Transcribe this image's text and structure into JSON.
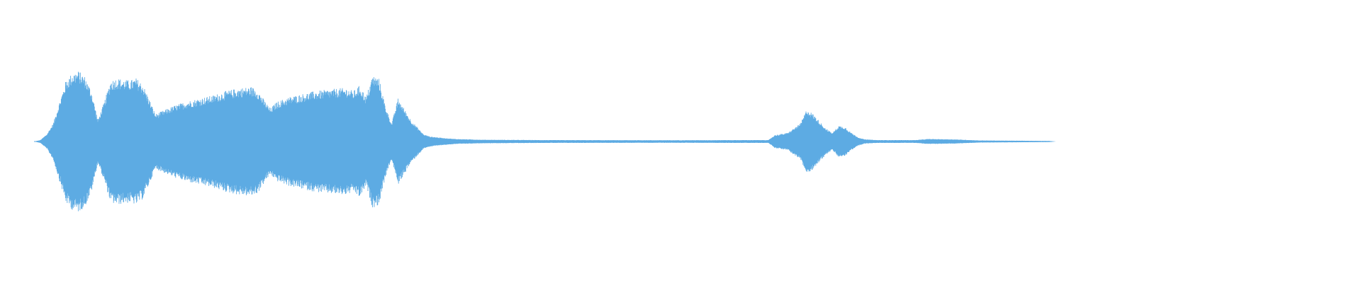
{
  "colors": {
    "background": "#ffffff",
    "waveform": "#5dabe3"
  },
  "waveform": {
    "duration_fraction_with_signal": 0.79,
    "amplitude_envelope": [
      [
        0.0,
        0.0
      ],
      [
        0.005,
        0.02
      ],
      [
        0.01,
        0.1
      ],
      [
        0.015,
        0.25
      ],
      [
        0.02,
        0.55
      ],
      [
        0.025,
        0.85
      ],
      [
        0.03,
        0.95
      ],
      [
        0.035,
        0.98
      ],
      [
        0.04,
        0.9
      ],
      [
        0.045,
        0.7
      ],
      [
        0.05,
        0.3
      ],
      [
        0.055,
        0.55
      ],
      [
        0.06,
        0.85
      ],
      [
        0.065,
        0.88
      ],
      [
        0.07,
        0.86
      ],
      [
        0.075,
        0.85
      ],
      [
        0.08,
        0.88
      ],
      [
        0.085,
        0.8
      ],
      [
        0.09,
        0.6
      ],
      [
        0.095,
        0.38
      ],
      [
        0.1,
        0.42
      ],
      [
        0.11,
        0.5
      ],
      [
        0.12,
        0.56
      ],
      [
        0.13,
        0.6
      ],
      [
        0.14,
        0.64
      ],
      [
        0.15,
        0.7
      ],
      [
        0.16,
        0.74
      ],
      [
        0.17,
        0.76
      ],
      [
        0.175,
        0.72
      ],
      [
        0.18,
        0.58
      ],
      [
        0.185,
        0.46
      ],
      [
        0.19,
        0.55
      ],
      [
        0.2,
        0.62
      ],
      [
        0.21,
        0.66
      ],
      [
        0.22,
        0.7
      ],
      [
        0.23,
        0.72
      ],
      [
        0.24,
        0.74
      ],
      [
        0.245,
        0.74
      ],
      [
        0.25,
        0.7
      ],
      [
        0.255,
        0.78
      ],
      [
        0.26,
        0.62
      ],
      [
        0.265,
        0.92
      ],
      [
        0.27,
        0.88
      ],
      [
        0.275,
        0.5
      ],
      [
        0.28,
        0.25
      ],
      [
        0.285,
        0.6
      ],
      [
        0.29,
        0.45
      ],
      [
        0.295,
        0.3
      ],
      [
        0.3,
        0.2
      ],
      [
        0.305,
        0.1
      ],
      [
        0.31,
        0.07
      ],
      [
        0.32,
        0.05
      ],
      [
        0.33,
        0.035
      ],
      [
        0.34,
        0.03
      ],
      [
        0.35,
        0.025
      ],
      [
        0.4,
        0.02
      ],
      [
        0.5,
        0.018
      ],
      [
        0.56,
        0.02
      ],
      [
        0.575,
        0.02
      ],
      [
        0.58,
        0.09
      ],
      [
        0.59,
        0.12
      ],
      [
        0.6,
        0.25
      ],
      [
        0.605,
        0.45
      ],
      [
        0.61,
        0.38
      ],
      [
        0.615,
        0.28
      ],
      [
        0.62,
        0.18
      ],
      [
        0.625,
        0.12
      ],
      [
        0.63,
        0.22
      ],
      [
        0.635,
        0.2
      ],
      [
        0.64,
        0.12
      ],
      [
        0.645,
        0.06
      ],
      [
        0.65,
        0.03
      ],
      [
        0.66,
        0.02
      ],
      [
        0.69,
        0.02
      ],
      [
        0.7,
        0.035
      ],
      [
        0.72,
        0.03
      ],
      [
        0.74,
        0.015
      ],
      [
        0.78,
        0.01
      ],
      [
        0.795,
        0.008
      ],
      [
        0.8,
        0.0
      ],
      [
        1.0,
        0.0
      ]
    ]
  }
}
